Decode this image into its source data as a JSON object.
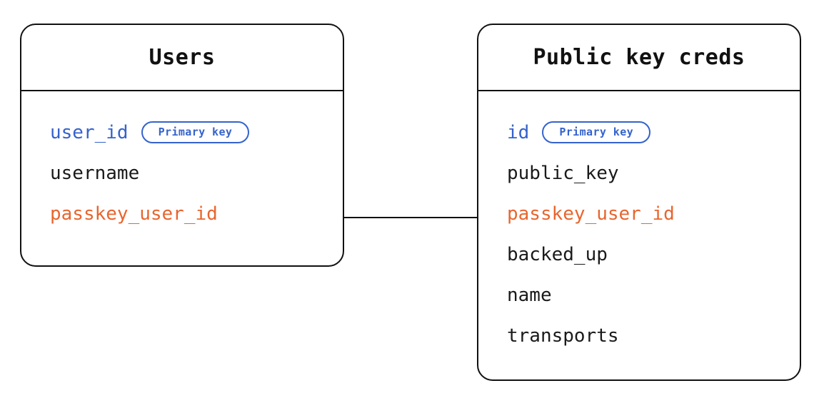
{
  "diagram": {
    "type": "entity-relationship-diagram",
    "background_color": "#FFFFFF",
    "colors": {
      "border": "#111111",
      "text": "#1A1A1A",
      "primary_key": "#3563CC",
      "foreign_key": "#E8652E"
    }
  },
  "entities": [
    {
      "id": "users",
      "title": "Users",
      "fields": [
        {
          "name": "user_id",
          "role": "pk",
          "badge": "Primary key"
        },
        {
          "name": "username",
          "role": "normal",
          "badge": null
        },
        {
          "name": "passkey_user_id",
          "role": "fk",
          "badge": null
        }
      ]
    },
    {
      "id": "public-key-creds",
      "title": "Public key creds",
      "fields": [
        {
          "name": "id",
          "role": "pk",
          "badge": "Primary key"
        },
        {
          "name": "public_key",
          "role": "normal",
          "badge": null
        },
        {
          "name": "passkey_user_id",
          "role": "fk",
          "badge": null
        },
        {
          "name": "backed_up",
          "role": "normal",
          "badge": null
        },
        {
          "name": "name",
          "role": "normal",
          "badge": null
        },
        {
          "name": "transports",
          "role": "normal",
          "badge": null
        }
      ]
    }
  ],
  "relationships": [
    {
      "id": "rel-users-pkcreds",
      "from": "users.passkey_user_id",
      "to": "public-key-creds.passkey_user_id",
      "style": "solid-line"
    }
  ]
}
